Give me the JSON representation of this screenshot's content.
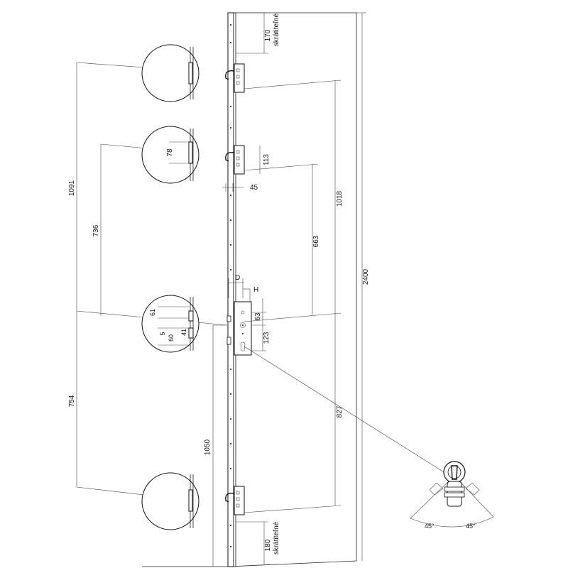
{
  "dimensions": {
    "top_shortenable": "170",
    "top_shortenable_note": "skrátiteľné",
    "bottom_shortenable": "180",
    "bottom_shortenable_note": "skrátiteľné",
    "total_height": "2400",
    "upper_hook_to_lock": "1018",
    "middle_hook_to_lock": "663",
    "lock_to_bottom_hook": "827",
    "lock_height": "1050",
    "left_top_to_lock": "1091",
    "left_mid_to_lock": "736",
    "left_lock_to_bottom": "754",
    "hook_plate_height": "113",
    "hook_offset": "45",
    "hook_detail": "78",
    "lock_upper": "63",
    "lock_lower": "123",
    "backset_label": "D",
    "handle_label": "H",
    "detail_61": "61",
    "detail_5": "5",
    "detail_60": "60",
    "detail_41": "41",
    "angle_left": "45°",
    "angle_right": "45°"
  }
}
